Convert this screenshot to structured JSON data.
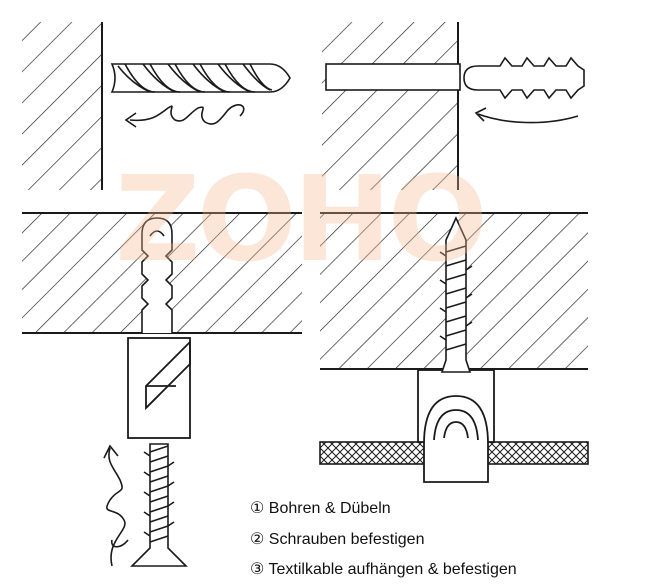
{
  "watermark": {
    "text": "ZOHO",
    "color": "#f4b890"
  },
  "steps": [
    {
      "label": "① Bohren & Dübeln"
    },
    {
      "label": "② Schrauben befestigen"
    },
    {
      "label": "③ Textilkable aufhängen & befestigen"
    }
  ],
  "colors": {
    "line": "#1a1a1a",
    "background": "#ffffff"
  },
  "icons": [
    "drill-bit-icon",
    "rotation-arrow-icon",
    "wall-plug-icon",
    "insert-arrow-icon",
    "screw-icon",
    "screwdriver-bit-icon",
    "cable-clip-icon"
  ]
}
